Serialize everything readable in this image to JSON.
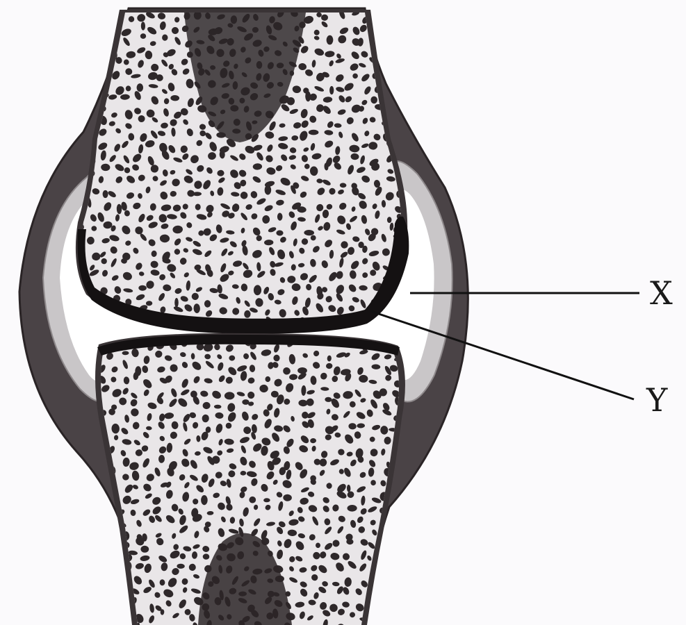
{
  "labels": {
    "x": "X",
    "y": "Y"
  },
  "colors": {
    "background": "#fbfafc",
    "capsule": "#4a4346",
    "capsule_edge": "#2a2426",
    "synovial_cavity": "#ffffff",
    "synovial_membrane": "#c9c6c8",
    "bone_fill": "#e9e6e8",
    "bone_cortex": "#3a3436",
    "trabecula_hole": "#2e282a",
    "cartilage": "#141112",
    "marrow": "#2b2527",
    "leader": "#111111"
  },
  "icons": {
    "figure": "synovial-joint-cross-section"
  }
}
